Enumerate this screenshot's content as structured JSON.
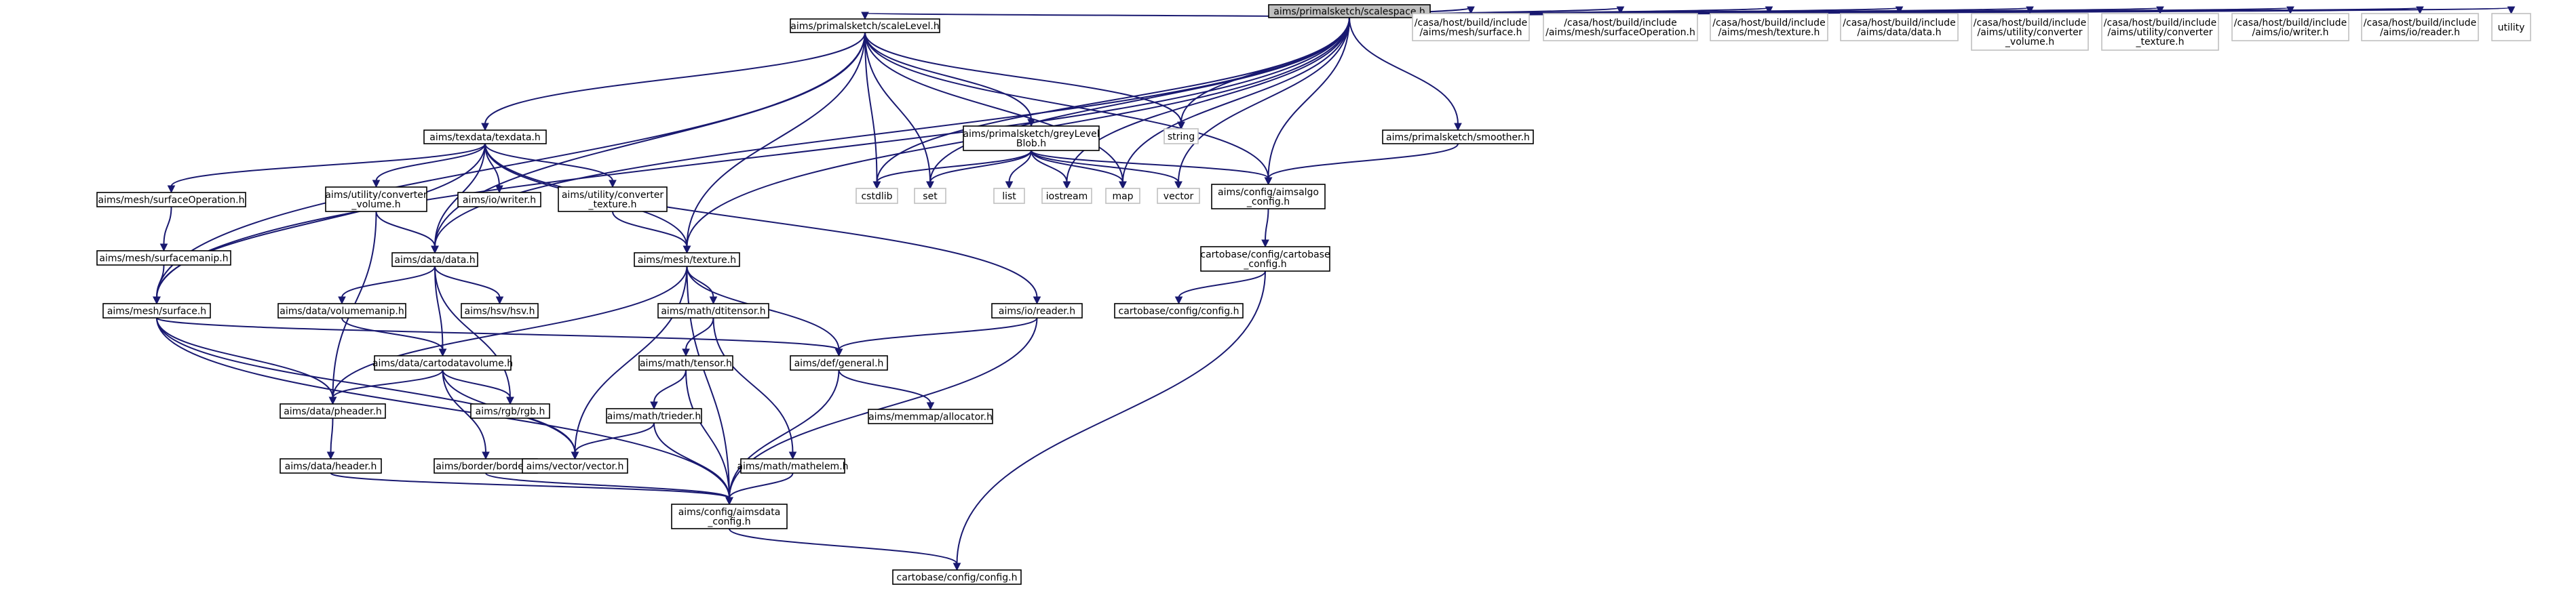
{
  "colors": {
    "edge": "#191970",
    "root_fill": "#bfbfbf",
    "node_border": "#000000",
    "external_border": "#bfbfbf"
  },
  "nodes": {
    "root": {
      "lines": [
        "aims/primalsketch/scalespace.h"
      ]
    },
    "scaleLevel": {
      "lines": [
        "aims/primalsketch/scaleLevel.h"
      ]
    },
    "casa_surface": {
      "lines": [
        "/casa/host/build/include",
        "/aims/mesh/surface.h"
      ]
    },
    "casa_surfaceOp": {
      "lines": [
        "/casa/host/build/include",
        "/aims/mesh/surfaceOperation.h"
      ]
    },
    "casa_texture": {
      "lines": [
        "/casa/host/build/include",
        "/aims/mesh/texture.h"
      ]
    },
    "casa_data": {
      "lines": [
        "/casa/host/build/include",
        "/aims/data/data.h"
      ]
    },
    "casa_conv_vol": {
      "lines": [
        "/casa/host/build/include",
        "/aims/utility/converter",
        "_volume.h"
      ]
    },
    "casa_conv_tex": {
      "lines": [
        "/casa/host/build/include",
        "/aims/utility/converter",
        "_texture.h"
      ]
    },
    "casa_writer": {
      "lines": [
        "/casa/host/build/include",
        "/aims/io/writer.h"
      ]
    },
    "casa_reader": {
      "lines": [
        "/casa/host/build/include",
        "/aims/io/reader.h"
      ]
    },
    "utility": {
      "lines": [
        "utility"
      ]
    },
    "texdata": {
      "lines": [
        "aims/texdata/texdata.h"
      ]
    },
    "greyLevelBlob": {
      "lines": [
        "aims/primalsketch/greyLevel",
        "Blob.h"
      ]
    },
    "string": {
      "lines": [
        "string"
      ]
    },
    "smoother": {
      "lines": [
        "aims/primalsketch/smoother.h"
      ]
    },
    "cstdlib": {
      "lines": [
        "cstdlib"
      ]
    },
    "set": {
      "lines": [
        "set"
      ]
    },
    "list": {
      "lines": [
        "list"
      ]
    },
    "iostream": {
      "lines": [
        "iostream"
      ]
    },
    "map": {
      "lines": [
        "map"
      ]
    },
    "vector": {
      "lines": [
        "vector"
      ]
    },
    "aimsalgo_config": {
      "lines": [
        "aims/config/aimsalgo",
        "_config.h"
      ]
    },
    "surfaceOperation": {
      "lines": [
        "aims/mesh/surfaceOperation.h"
      ]
    },
    "converter_volume": {
      "lines": [
        "aims/utility/converter",
        "_volume.h"
      ]
    },
    "io_writer": {
      "lines": [
        "aims/io/writer.h"
      ]
    },
    "converter_texture": {
      "lines": [
        "aims/utility/converter",
        "_texture.h"
      ]
    },
    "surfacemanip": {
      "lines": [
        "aims/mesh/surfacemanip.h"
      ]
    },
    "data_data": {
      "lines": [
        "aims/data/data.h"
      ]
    },
    "mesh_texture": {
      "lines": [
        "aims/mesh/texture.h"
      ]
    },
    "cartobase_cfg": {
      "lines": [
        "cartobase/config/cartobase",
        "_config.h"
      ]
    },
    "mesh_surface": {
      "lines": [
        "aims/mesh/surface.h"
      ]
    },
    "volumemanip": {
      "lines": [
        "aims/data/volumemanip.h"
      ]
    },
    "hsv": {
      "lines": [
        "aims/hsv/hsv.h"
      ]
    },
    "dtitensor": {
      "lines": [
        "aims/math/dtitensor.h"
      ]
    },
    "io_reader": {
      "lines": [
        "aims/io/reader.h"
      ]
    },
    "cartobase_config_1": {
      "lines": [
        "cartobase/config/config.h"
      ]
    },
    "cartodatavolume": {
      "lines": [
        "aims/data/cartodatavolume.h"
      ]
    },
    "def_general": {
      "lines": [
        "aims/def/general.h"
      ]
    },
    "math_tensor": {
      "lines": [
        "aims/math/tensor.h"
      ]
    },
    "pheader": {
      "lines": [
        "aims/data/pheader.h"
      ]
    },
    "rgb": {
      "lines": [
        "aims/rgb/rgb.h"
      ]
    },
    "allocator": {
      "lines": [
        "aims/memmap/allocator.h"
      ]
    },
    "trieder": {
      "lines": [
        "aims/math/trieder.h"
      ]
    },
    "data_header": {
      "lines": [
        "aims/data/header.h"
      ]
    },
    "border": {
      "lines": [
        "aims/border/border.h"
      ]
    },
    "vector_h": {
      "lines": [
        "aims/vector/vector.h"
      ]
    },
    "mathelem": {
      "lines": [
        "aims/math/mathelem.h"
      ]
    },
    "aimsdata_config": {
      "lines": [
        "aims/config/aimsdata",
        "_config.h"
      ]
    },
    "cartobase_config_2": {
      "lines": [
        "cartobase/config/config.h"
      ]
    }
  }
}
